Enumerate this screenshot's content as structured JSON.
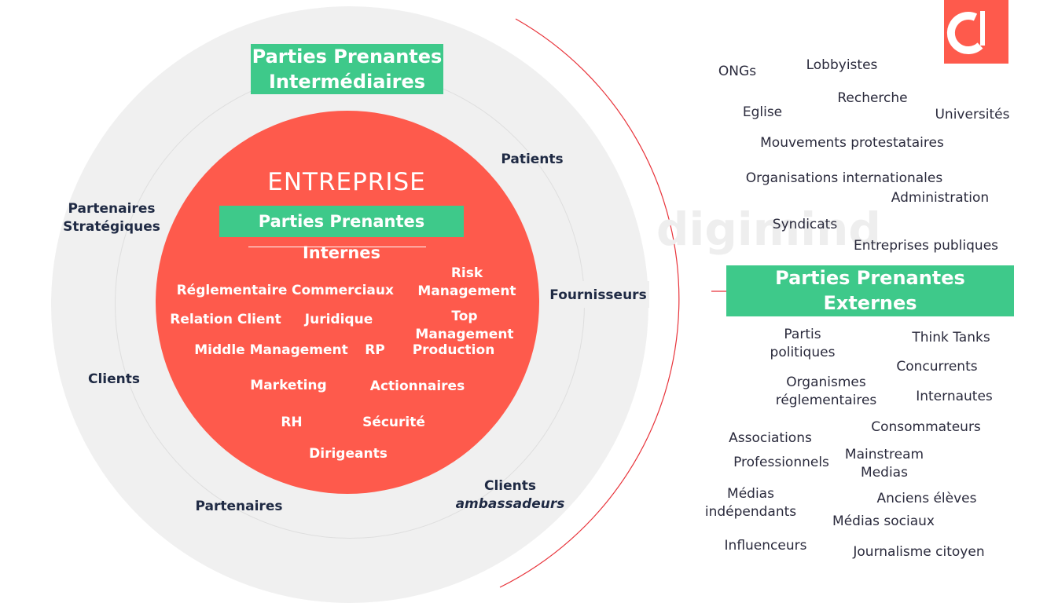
{
  "colors": {
    "accent_red": "#fe5a4c",
    "accent_green": "#3ec98a",
    "ring_grey": "#f0f0f0",
    "text_dark": "#1f2a44"
  },
  "logo": {
    "icon": "digimind-logo-icon",
    "watermark_text": "digimind"
  },
  "intermediate": {
    "title_line1": "Parties Prenantes",
    "title_line2": "Intermédiaires",
    "items": {
      "patients": "Patients",
      "partenaires_strat_1": "Partenaires",
      "partenaires_strat_2": "Stratégiques",
      "fournisseurs": "Fournisseurs",
      "clients": "Clients",
      "clients_amb_1": "Clients",
      "clients_amb_2": "ambassadeurs",
      "partenaires": "Partenaires"
    }
  },
  "internal": {
    "title": "ENTREPRISE",
    "subtitle": "Parties Prenantes Internes",
    "items": {
      "reglementaire": "Réglementaire",
      "commerciaux": "Commerciaux",
      "risk_1": "Risk",
      "risk_2": "Management",
      "relation_client": "Relation Client",
      "juridique": "Juridique",
      "top_1": "Top",
      "top_2": "Management",
      "middle": "Middle Management",
      "rp": "RP",
      "production": "Production",
      "marketing": "Marketing",
      "actionnaires": "Actionnaires",
      "rh": "RH",
      "securite": "Sécurité",
      "dirigeants": "Dirigeants"
    }
  },
  "external": {
    "title_line1": "Parties Prenantes",
    "title_line2": "Externes",
    "items": {
      "ongs": "ONGs",
      "lobbyistes": "Lobbyistes",
      "eglise": "Eglise",
      "recherche": "Recherche",
      "universites": "Universités",
      "mouvements": "Mouvements protestataires",
      "organisations": "Organisations internationales",
      "administration": "Administration",
      "syndicats": "Syndicats",
      "entreprises_publiques": "Entreprises publiques",
      "partis_1": "Partis",
      "partis_2": "politiques",
      "think_tanks": "Think Tanks",
      "concurrents": "Concurrents",
      "organismes_1": "Organismes",
      "organismes_2": "réglementaires",
      "internautes": "Internautes",
      "associations": "Associations",
      "consommateurs": "Consommateurs",
      "professionnels": "Professionnels",
      "mainstream_1": "Mainstream",
      "mainstream_2": "Medias",
      "medias_ind_1": "Médias",
      "medias_ind_2": "indépendants",
      "anciens_eleves": "Anciens élèves",
      "medias_sociaux": "Médias sociaux",
      "influenceurs": "Influenceurs",
      "journalisme": "Journalisme citoyen"
    }
  }
}
